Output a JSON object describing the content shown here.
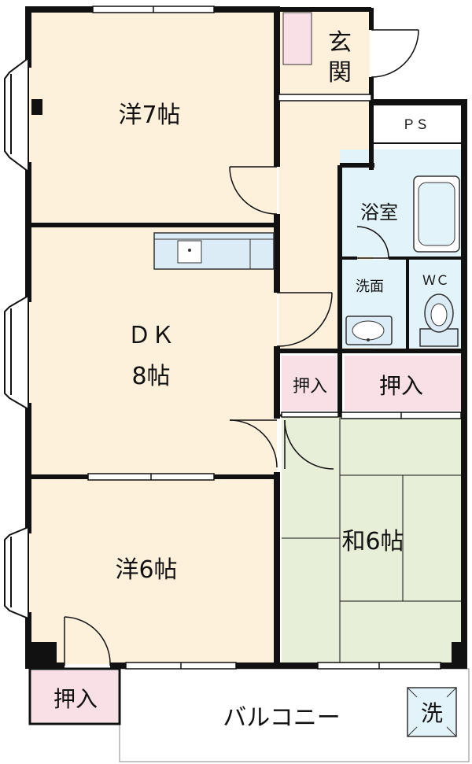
{
  "floorplan": {
    "rooms": {
      "western7": {
        "name": "洋7帖"
      },
      "dk_line1": {
        "name": "ＤＫ"
      },
      "dk_line2": {
        "name": "8帖"
      },
      "western6": {
        "name": "洋6帖"
      },
      "japanese6": {
        "name": "和6帖"
      },
      "entrance_line1": {
        "name": "玄"
      },
      "entrance_line2": {
        "name": "関"
      },
      "bath": {
        "name": "浴室"
      },
      "washroom": {
        "name": "洗面"
      },
      "wc": {
        "name": "ＷＣ"
      },
      "ps": {
        "name": "ＰＳ"
      },
      "closet_small": {
        "name": "押入"
      },
      "closet_large": {
        "name": "押入"
      },
      "closet_bottom": {
        "name": "押入"
      },
      "balcony": {
        "name": "バルコニー"
      },
      "laundry": {
        "name": "洗"
      }
    },
    "colors": {
      "wood_floor": "#fdf1dc",
      "tatami": "#e8efd8",
      "closet": "#f9e0e6",
      "water_area": "#e3f3fa",
      "wall": "#111111",
      "fixture": "#dcecf6"
    }
  }
}
